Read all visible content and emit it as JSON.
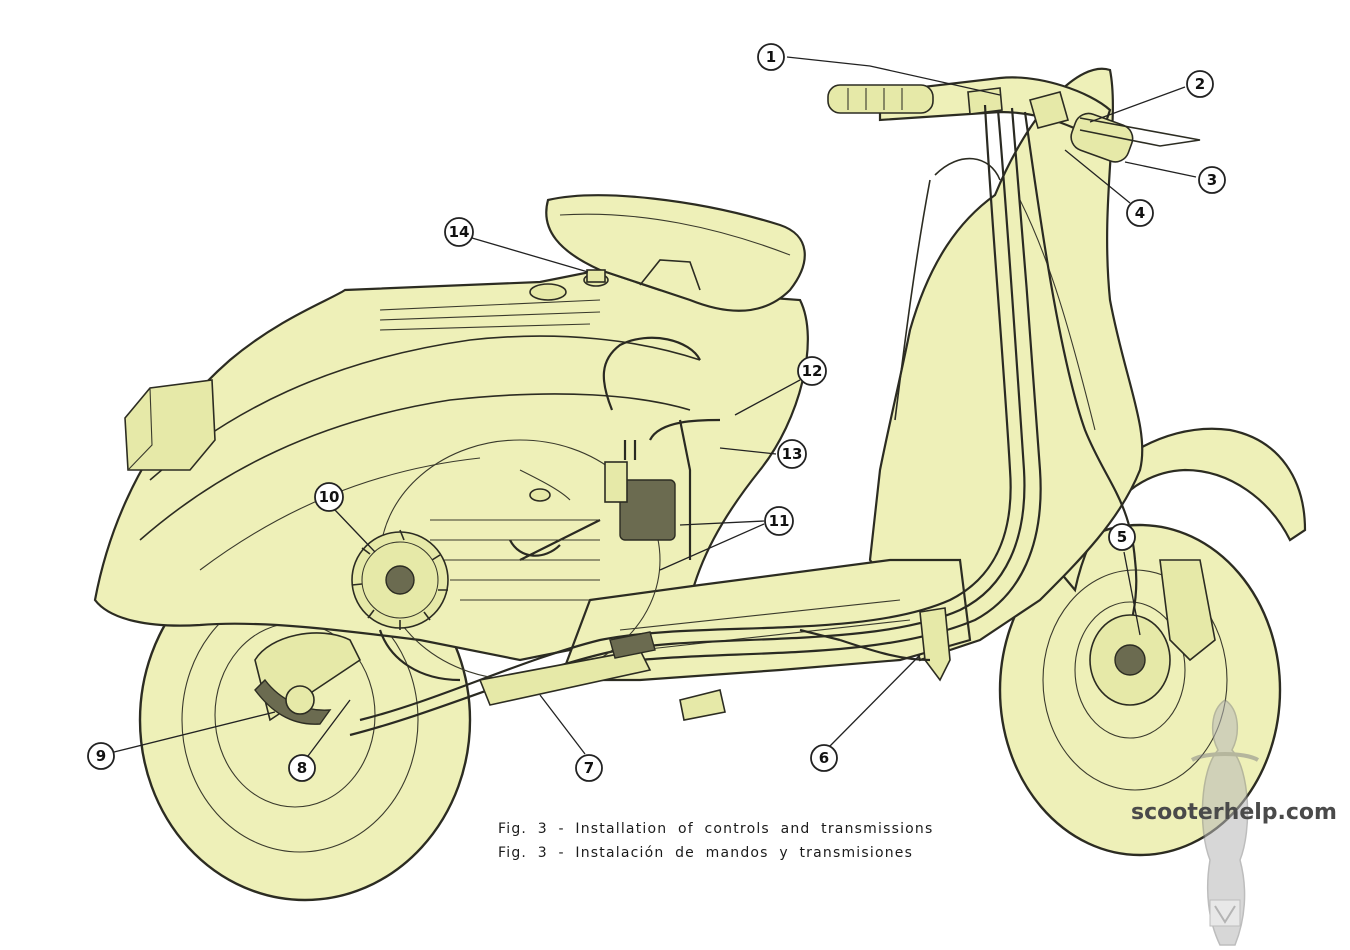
{
  "figure": {
    "caption_en": "Fig. 3 - Installation of controls and transmissions",
    "caption_es": "Fig. 3 - Instalación de mandos y transmisiones"
  },
  "callouts": [
    "1",
    "2",
    "3",
    "4",
    "5",
    "6",
    "7",
    "8",
    "9",
    "10",
    "11",
    "12",
    "13",
    "14"
  ],
  "watermark": {
    "text": "scooterhelp.com"
  },
  "colors": {
    "body_fill": "#eef0b8",
    "line": "#2c2c22",
    "background": "#ffffff"
  }
}
